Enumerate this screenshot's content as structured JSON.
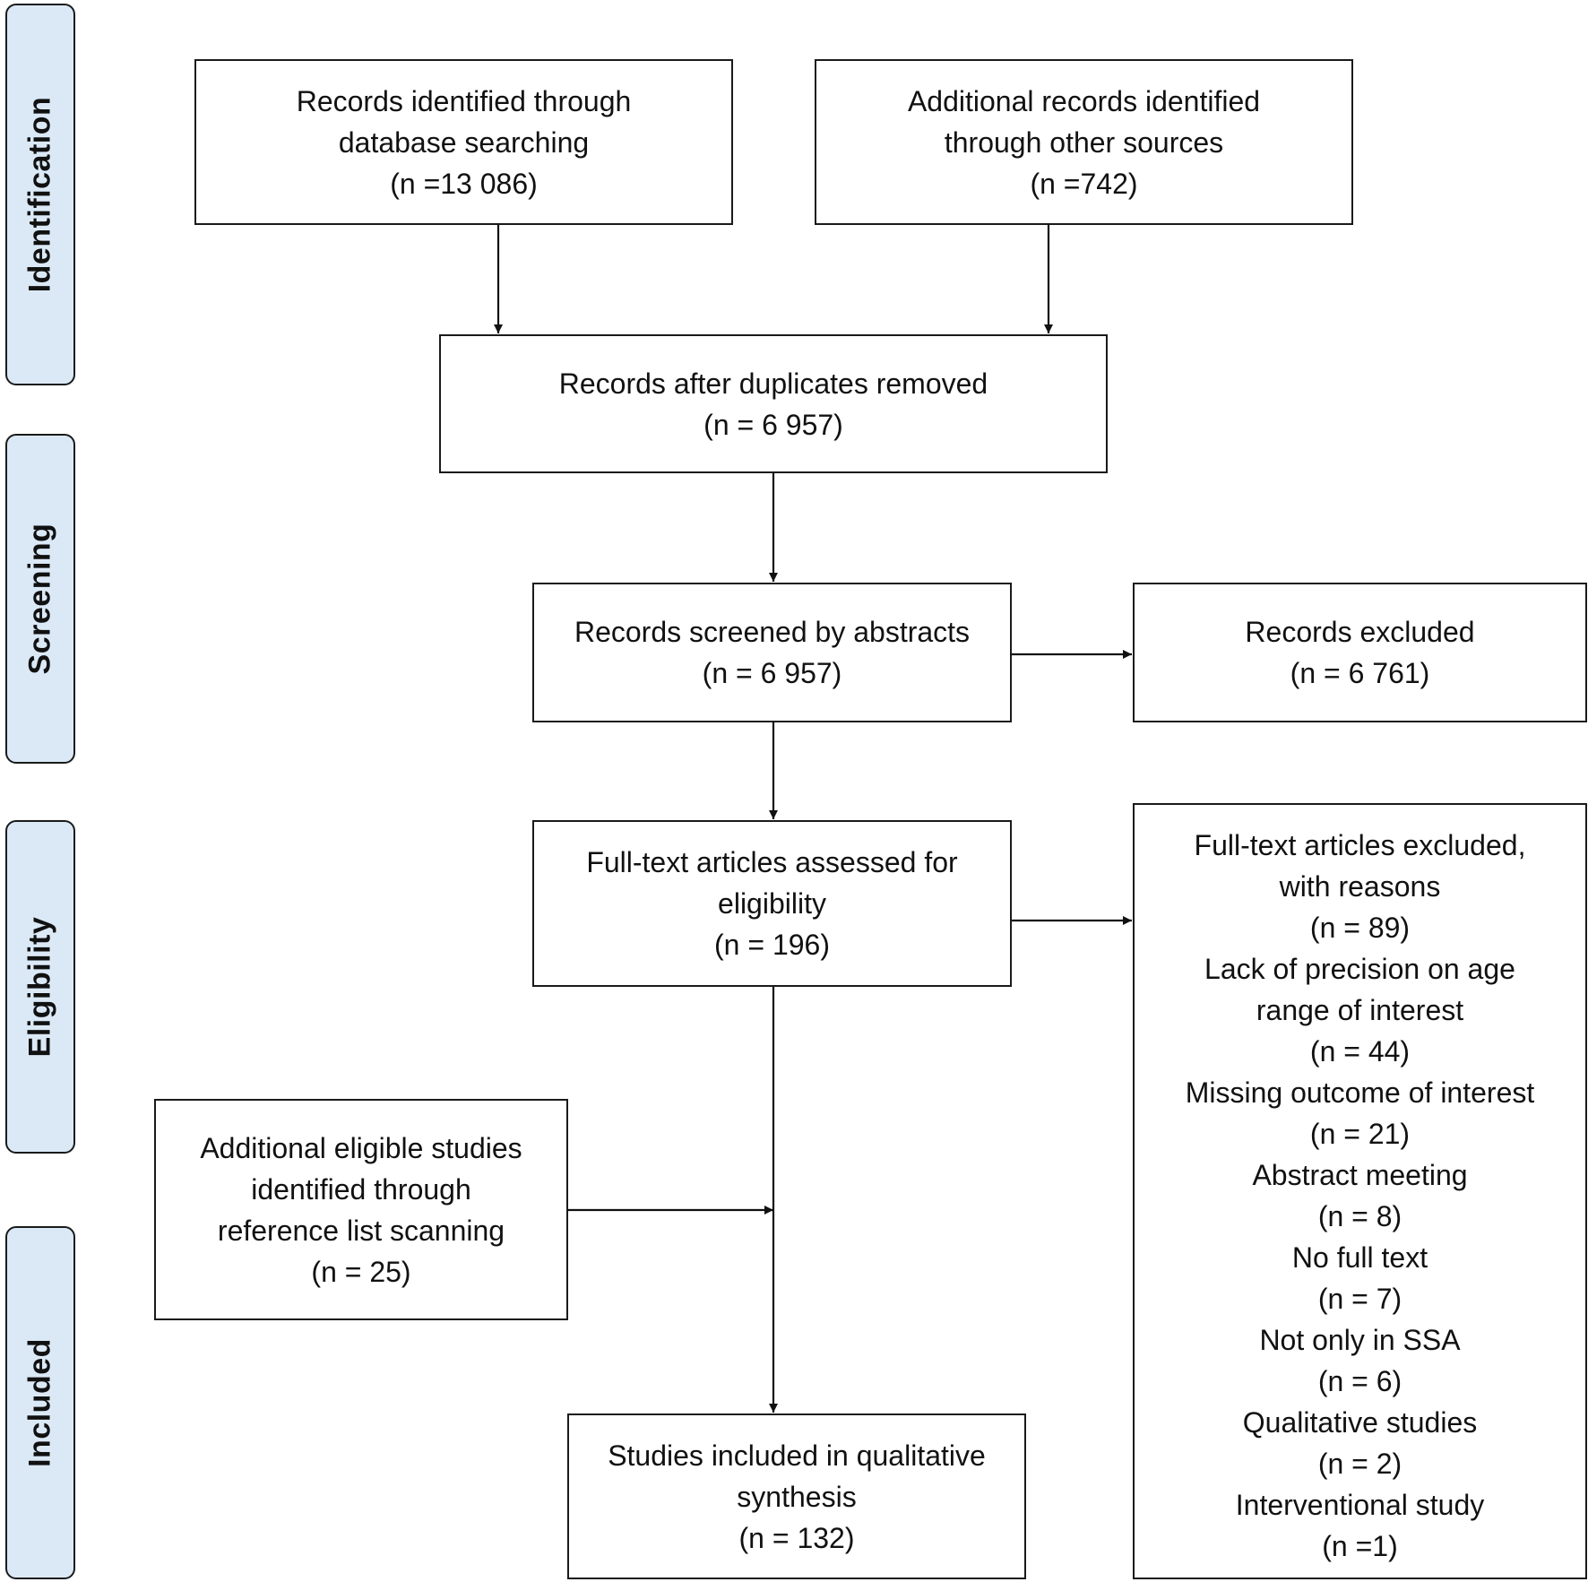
{
  "phases": {
    "identification": "Identification",
    "screening": "Screening",
    "eligibility": "Eligibility",
    "included": "Included"
  },
  "boxes": {
    "database": [
      "Records identified through",
      "database searching",
      "(n =13 086)"
    ],
    "other_sources": [
      "Additional records identified",
      "through other sources",
      "(n =742)"
    ],
    "after_duplicates": [
      "Records after duplicates removed",
      "(n = 6 957)"
    ],
    "screened": [
      "Records screened by abstracts",
      "(n = 6 957)"
    ],
    "excluded": [
      "Records excluded",
      "(n = 6 761)"
    ],
    "fulltext_assessed": [
      "Full-text articles assessed for",
      "eligibility",
      "(n = 196)"
    ],
    "fulltext_excluded": [
      "Full-text articles excluded,",
      "with reasons",
      "(n = 89)",
      "Lack of precision on age",
      "range of interest",
      "(n = 44)",
      "Missing outcome of interest",
      "(n = 21)",
      "Abstract meeting",
      "(n = 8)",
      "No full text",
      "(n = 7)",
      "Not only in SSA",
      "(n = 6)",
      "Qualitative studies",
      "(n = 2)",
      "Interventional study",
      "(n =1)"
    ],
    "additional_eligible": [
      "Additional eligible studies",
      "identified through",
      "reference list scanning",
      "(n = 25)"
    ],
    "included": [
      "Studies included in qualitative",
      "synthesis",
      "(n = 132)"
    ]
  }
}
